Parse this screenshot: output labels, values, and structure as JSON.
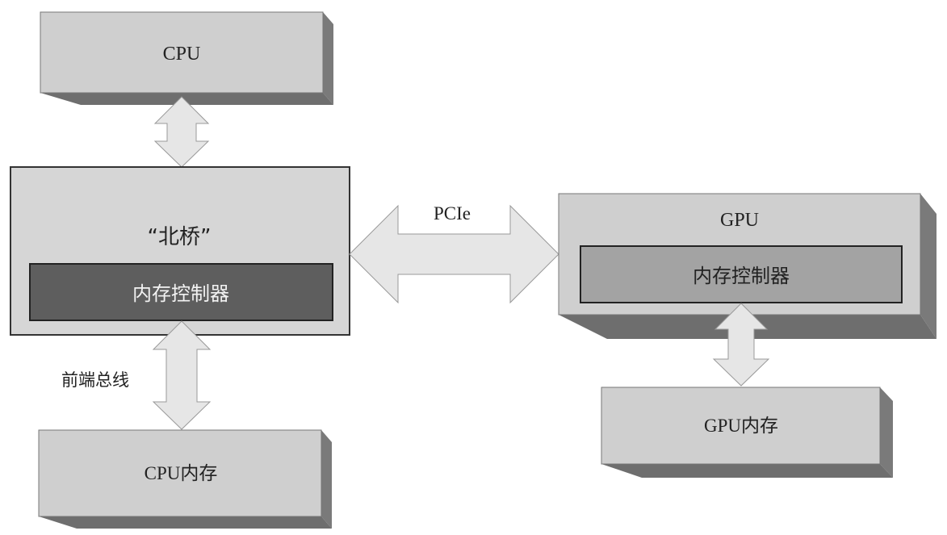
{
  "nodes": {
    "cpu": {
      "label": "CPU"
    },
    "northbridge": {
      "label": "“北桥”",
      "controller": "内存控制器"
    },
    "cpu_memory": {
      "label": "CPU内存"
    },
    "gpu": {
      "label": "GPU",
      "controller": "内存控制器"
    },
    "gpu_memory": {
      "label": "GPU内存"
    }
  },
  "links": {
    "pcie": {
      "label": "PCIe"
    },
    "front_side_bus": {
      "label": "前端总线"
    }
  },
  "colors": {
    "box_face": "#cfcfcf",
    "box_side": "#7a7a7a",
    "box_bottom": "#6e6e6e",
    "nb_controller": "#5e5e5e",
    "gpu_controller": "#a3a3a3",
    "arrow_fill": "#e6e6e6"
  }
}
